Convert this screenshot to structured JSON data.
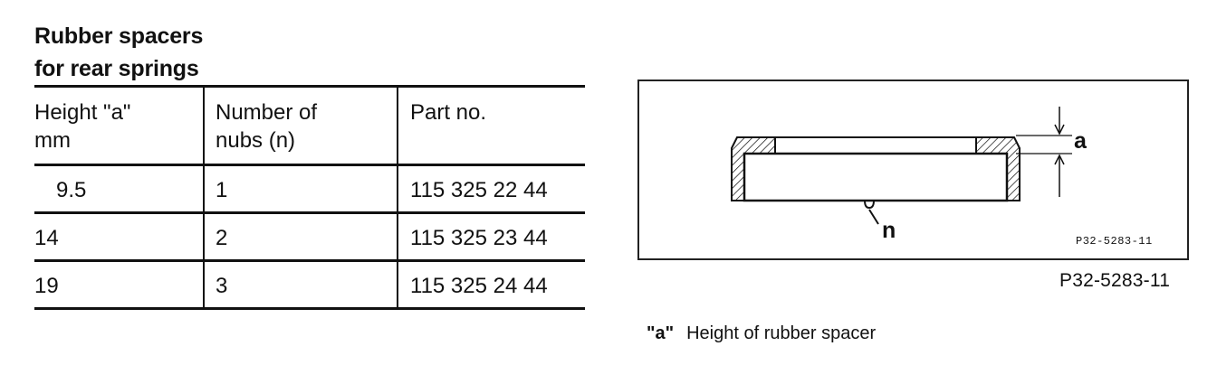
{
  "title": {
    "line1": "Rubber spacers",
    "line2": "for rear springs"
  },
  "table": {
    "headers": [
      {
        "line1": "Height \"a\"",
        "line2": "mm"
      },
      {
        "line1": "Number of",
        "line2": "nubs (n)"
      },
      {
        "line1": "Part no.",
        "line2": ""
      }
    ],
    "rows": [
      {
        "height": "9.5",
        "nubs": "1",
        "part": "115 325 22 44"
      },
      {
        "height": "14",
        "nubs": "2",
        "part": "115 325 23 44"
      },
      {
        "height": "19",
        "nubs": "3",
        "part": "115 325 24 44"
      }
    ]
  },
  "figure": {
    "label_a": "a",
    "label_n": "n",
    "inner_code": "P32-5283-11",
    "caption_code": "P32-5283-11"
  },
  "legend": {
    "key": "\"a\"",
    "text": "Height of rubber spacer"
  }
}
